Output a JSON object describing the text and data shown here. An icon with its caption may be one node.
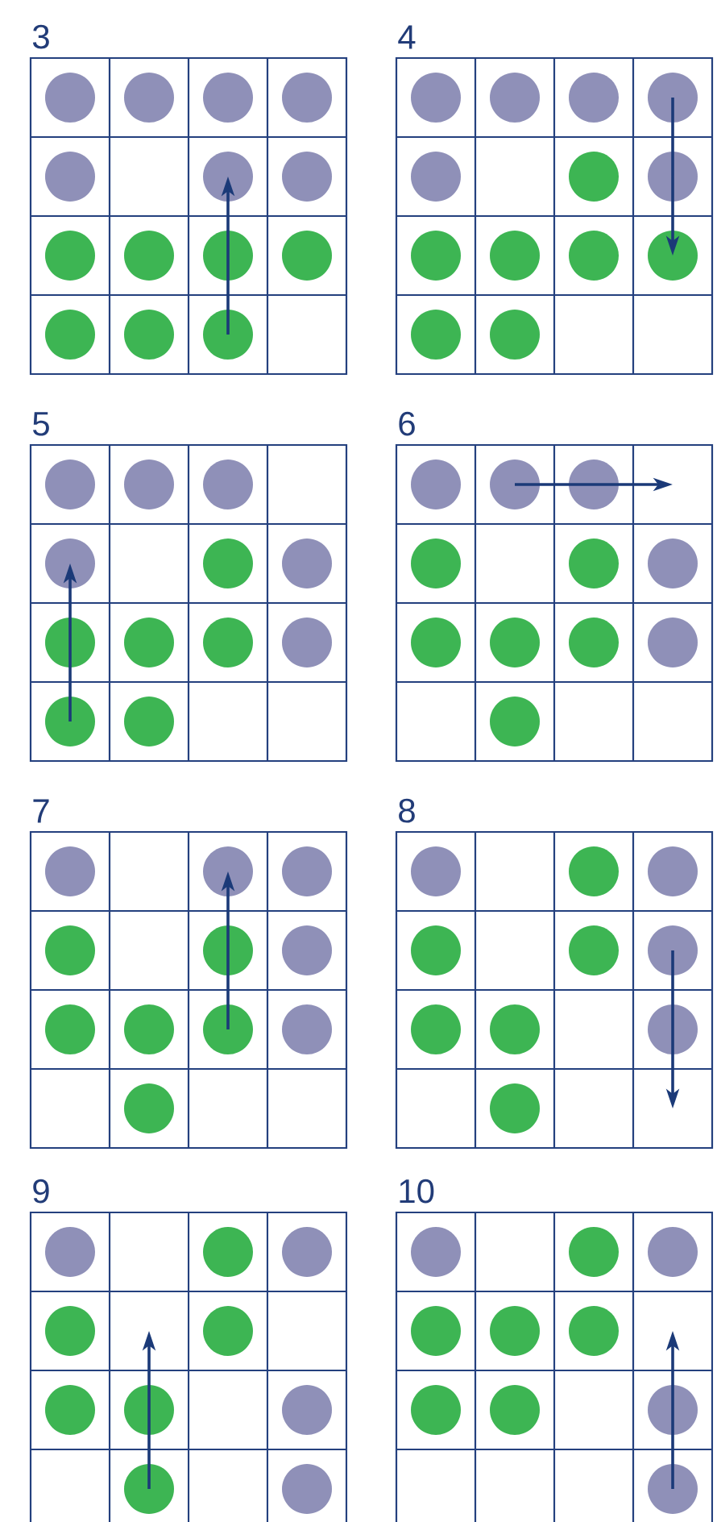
{
  "diagram": {
    "nodes": [
      {
        "text": [
          "3"
        ]
      },
      {
        "text": [],
        "shape": "circle",
        "in": 0
      },
      {
        "text": [],
        "shape": "circle",
        "in": 0
      },
      {
        "text": [],
        "shape": "circle",
        "in": 0
      },
      {
        "text": [],
        "shape": "circle",
        "in": 0
      },
      {
        "text": [],
        "shape": "circle",
        "in": 0
      },
      {
        "text": [],
        "shape": "circle",
        "in": 0
      },
      {
        "text": [],
        "shape": "circle",
        "in": 0
      },
      {
        "text": [],
        "shape": "circle",
        "in": 0
      },
      {
        "text": [],
        "shape": "circle",
        "in": 0
      },
      {
        "text": [],
        "shape": "circle",
        "in": 0
      },
      {
        "text": [],
        "shape": "circle",
        "in": 0
      },
      {
        "text": [],
        "shape": "circle",
        "in": 0
      },
      {
        "text": [],
        "shape": "circle",
        "in": 0
      },
      {
        "text": [],
        "shape": "circle",
        "in": 0
      },
      {
        "text": [
          "4"
        ]
      },
      {
        "text": [],
        "shape": "circle",
        "in": 15
      },
      {
        "text": [],
        "shape": "circle",
        "in": 15
      },
      {
        "text": [],
        "shape": "circle",
        "in": 15
      },
      {
        "text": [],
        "shape": "circle",
        "in": 15
      },
      {
        "text": [],
        "shape": "circle",
        "in": 15
      },
      {
        "text": [],
        "shape": "circle",
        "in": 15
      },
      {
        "text": [],
        "shape": "circle",
        "in": 15
      },
      {
        "text": [],
        "shape": "circle",
        "in": 15
      },
      {
        "text": [],
        "shape": "circle",
        "in": 15
      },
      {
        "text": [],
        "shape": "circle",
        "in": 15
      },
      {
        "text": [],
        "shape": "circle",
        "in": 15
      },
      {
        "text": [],
        "shape": "circle",
        "in": 15
      },
      {
        "text": [],
        "shape": "circle",
        "in": 15
      },
      {
        "text": [
          "5"
        ]
      },
      {
        "text": [],
        "shape": "circle",
        "in": 29
      },
      {
        "text": [],
        "shape": "circle",
        "in": 29
      },
      {
        "text": [],
        "shape": "circle",
        "in": 29
      },
      {
        "text": [],
        "shape": "circle",
        "in": 29
      },
      {
        "text": [],
        "shape": "circle",
        "in": 29
      },
      {
        "text": [],
        "shape": "circle",
        "in": 29
      },
      {
        "text": [],
        "shape": "circle",
        "in": 29
      },
      {
        "text": [],
        "shape": "circle",
        "in": 29
      },
      {
        "text": [],
        "shape": "circle",
        "in": 29
      },
      {
        "text": [],
        "shape": "circle",
        "in": 29
      },
      {
        "text": [],
        "shape": "circle",
        "in": 29
      },
      {
        "text": [],
        "shape": "circle",
        "in": 29
      },
      {
        "text": [
          "6"
        ]
      },
      {
        "text": [],
        "shape": "circle",
        "in": 42
      },
      {
        "text": [],
        "shape": "circle",
        "in": 42
      },
      {
        "text": [],
        "shape": "circle",
        "in": 42
      },
      {
        "text": [],
        "shape": "circle",
        "in": 42
      },
      {
        "text": [],
        "shape": "circle",
        "in": 42
      },
      {
        "text": [],
        "shape": "circle",
        "in": 42
      },
      {
        "text": [],
        "shape": "circle",
        "in": 42
      },
      {
        "text": [],
        "shape": "circle",
        "in": 42
      },
      {
        "text": [],
        "shape": "circle",
        "in": 42
      },
      {
        "text": [],
        "shape": "circle",
        "in": 42
      },
      {
        "text": [],
        "shape": "circle",
        "in": 42
      },
      {
        "text": [
          "7"
        ]
      },
      {
        "text": [],
        "shape": "circle",
        "in": 54
      },
      {
        "text": [],
        "shape": "circle",
        "in": 54
      },
      {
        "text": [],
        "shape": "circle",
        "in": 54
      },
      {
        "text": [],
        "shape": "circle",
        "in": 54
      },
      {
        "text": [],
        "shape": "circle",
        "in": 54
      },
      {
        "text": [],
        "shape": "circle",
        "in": 54
      },
      {
        "text": [],
        "shape": "circle",
        "in": 54
      },
      {
        "text": [],
        "shape": "circle",
        "in": 54
      },
      {
        "text": [],
        "shape": "circle",
        "in": 54
      },
      {
        "text": [],
        "shape": "circle",
        "in": 54
      },
      {
        "text": [],
        "shape": "circle",
        "in": 54
      },
      {
        "text": [
          "8"
        ]
      },
      {
        "text": [],
        "shape": "circle",
        "in": 66
      },
      {
        "text": [],
        "shape": "circle",
        "in": 66
      },
      {
        "text": [],
        "shape": "circle",
        "in": 66
      },
      {
        "text": [],
        "shape": "circle",
        "in": 66
      },
      {
        "text": [],
        "shape": "circle",
        "in": 66
      },
      {
        "text": [],
        "shape": "circle",
        "in": 66
      },
      {
        "text": [],
        "shape": "circle",
        "in": 66
      },
      {
        "text": [],
        "shape": "circle",
        "in": 66
      },
      {
        "text": [],
        "shape": "circle",
        "in": 66
      },
      {
        "text": [],
        "shape": "circle",
        "in": 66
      },
      {
        "text": [
          "9"
        ]
      },
      {
        "text": [],
        "shape": "circle",
        "in": 77
      },
      {
        "text": [],
        "shape": "circle",
        "in": 77
      },
      {
        "text": [],
        "shape": "circle",
        "in": 77
      },
      {
        "text": [],
        "shape": "circle",
        "in": 77
      },
      {
        "text": [],
        "shape": "circle",
        "in": 77
      },
      {
        "text": [],
        "shape": "circle",
        "in": 77
      },
      {
        "text": [],
        "shape": "circle",
        "in": 77
      },
      {
        "text": [],
        "shape": "circle",
        "in": 77
      },
      {
        "text": [],
        "shape": "circle",
        "in": 77
      },
      {
        "text": [],
        "shape": "circle",
        "in": 77
      },
      {
        "text": [
          "10"
        ]
      },
      {
        "text": [],
        "shape": "circle",
        "in": 88
      },
      {
        "text": [],
        "shape": "circle",
        "in": 88
      },
      {
        "text": [],
        "shape": "circle",
        "in": 88
      },
      {
        "text": [],
        "shape": "circle",
        "in": 88
      },
      {
        "text": [],
        "shape": "circle",
        "in": 88
      },
      {
        "text": [],
        "shape": "circle",
        "in": 88
      },
      {
        "text": [],
        "shape": "circle",
        "in": 88
      },
      {
        "text": [],
        "shape": "circle",
        "in": 88
      },
      {
        "text": [],
        "shape": "circle",
        "in": 88
      },
      {
        "text": [],
        "shape": "circle",
        "in": 88
      }
    ],
    "edges": [
      {
        "from": 14,
        "to": 10,
        "arrow": "none"
      },
      {
        "from": 10,
        "to": 6,
        "arrow": "to"
      },
      {
        "from": 19,
        "to": 22,
        "arrow": "none"
      },
      {
        "from": 22,
        "to": 26,
        "arrow": "to"
      },
      {
        "from": 40,
        "to": 36,
        "arrow": "none"
      },
      {
        "from": 36,
        "to": 33,
        "arrow": "to"
      },
      {
        "from": 44,
        "to": 45,
        "arrow": "none"
      },
      {
        "from": 45,
        "to": null,
        "arrow": "to"
      },
      {
        "from": 63,
        "to": 59,
        "arrow": "none"
      },
      {
        "from": 59,
        "to": 56,
        "arrow": "to"
      },
      {
        "from": 72,
        "to": 75,
        "arrow": "none"
      },
      {
        "from": 75,
        "to": null,
        "arrow": "to"
      },
      {
        "from": 86,
        "to": 84,
        "arrow": "none"
      },
      {
        "from": 84,
        "to": null,
        "arrow": "to"
      },
      {
        "from": 98,
        "to": 97,
        "arrow": "none"
      },
      {
        "from": 97,
        "to": null,
        "arrow": "to"
      }
    ]
  }
}
